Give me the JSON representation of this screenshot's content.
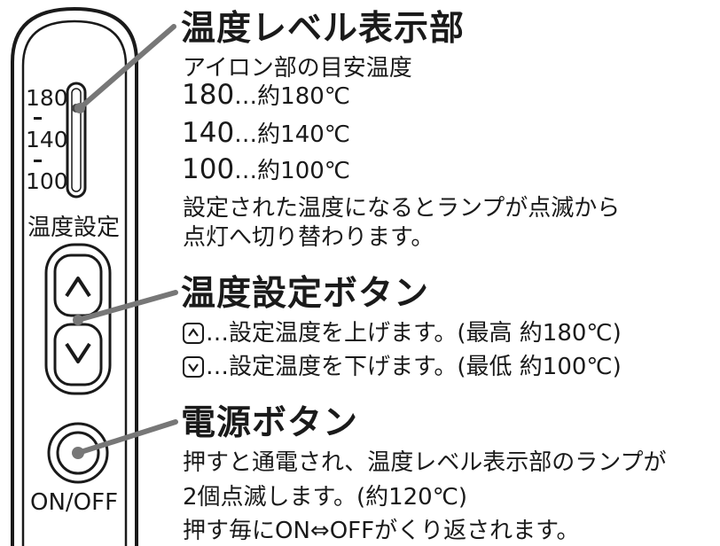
{
  "device": {
    "scale_labels": [
      "180",
      "140",
      "100"
    ],
    "temp_setting_label": "温度設定",
    "power_label": "ON/OFF",
    "icons": [
      "up-arrow-icon",
      "down-arrow-icon",
      "power-button-icon"
    ]
  },
  "section_level": {
    "heading": "温度レベル表示部",
    "subtitle": "アイロン部の目安温度",
    "rows": [
      {
        "num": "180",
        "text": "…約180℃"
      },
      {
        "num": "140",
        "text": "…約140℃"
      },
      {
        "num": "100",
        "text": "…約100℃"
      }
    ],
    "note_line1": "設定された温度になるとランプが点滅から",
    "note_line2": "点灯へ切り替わります。"
  },
  "section_buttons": {
    "heading": "温度設定ボタン",
    "up_text": "…設定温度を上げます。(最高 約180℃)",
    "down_text": "…設定温度を下げます。(最低 約100℃)"
  },
  "section_power": {
    "heading": "電源ボタン",
    "line1": "押すと通電され、温度レベル表示部のランプが",
    "line2": "2個点滅します。(約120℃)",
    "line3": "押す毎にON⇔OFFがくり返されます。"
  }
}
